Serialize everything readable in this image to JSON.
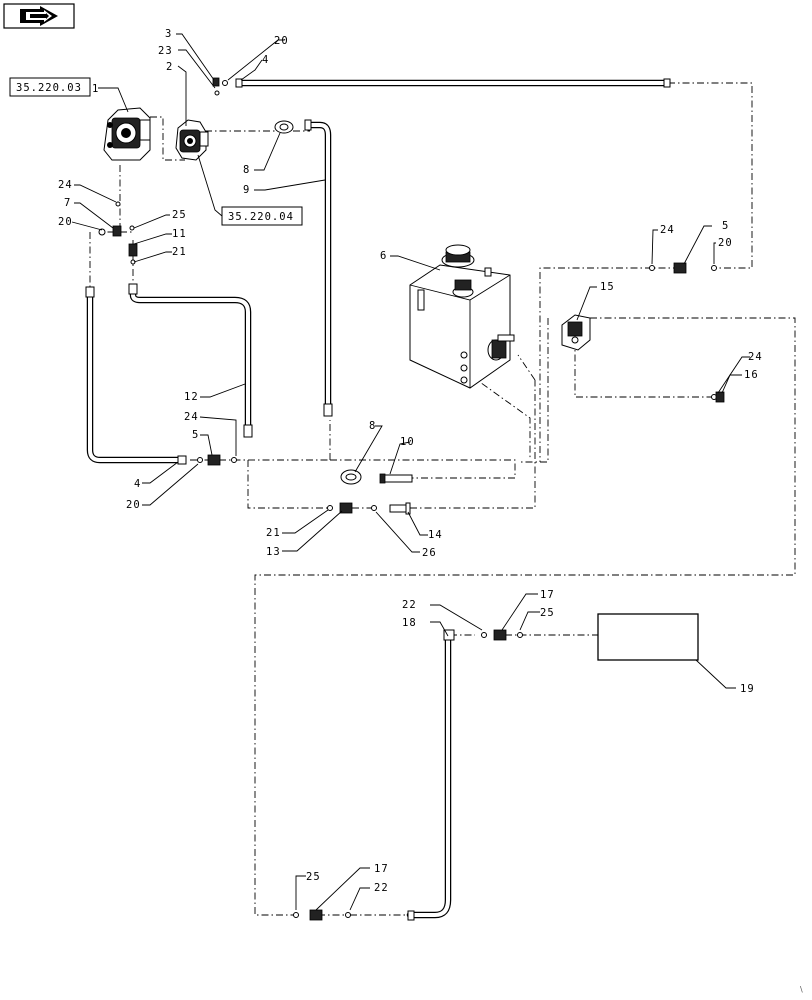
{
  "nav": {
    "icon": "next-page-arrow-icon"
  },
  "references": [
    {
      "id": "ref-35-220-03",
      "text": "35.220.03"
    },
    {
      "id": "ref-35-220-04",
      "text": "35.220.04"
    }
  ],
  "callouts": [
    "1",
    "2",
    "3",
    "23",
    "20",
    "4",
    "8",
    "9",
    "24",
    "7",
    "20",
    "25",
    "11",
    "21",
    "24",
    "5",
    "20",
    "6",
    "15",
    "24",
    "16",
    "12",
    "24",
    "5",
    "4",
    "20",
    "8",
    "10",
    "21",
    "13",
    "14",
    "26",
    "22",
    "18",
    "17",
    "25",
    "19",
    "25",
    "17",
    "22"
  ]
}
